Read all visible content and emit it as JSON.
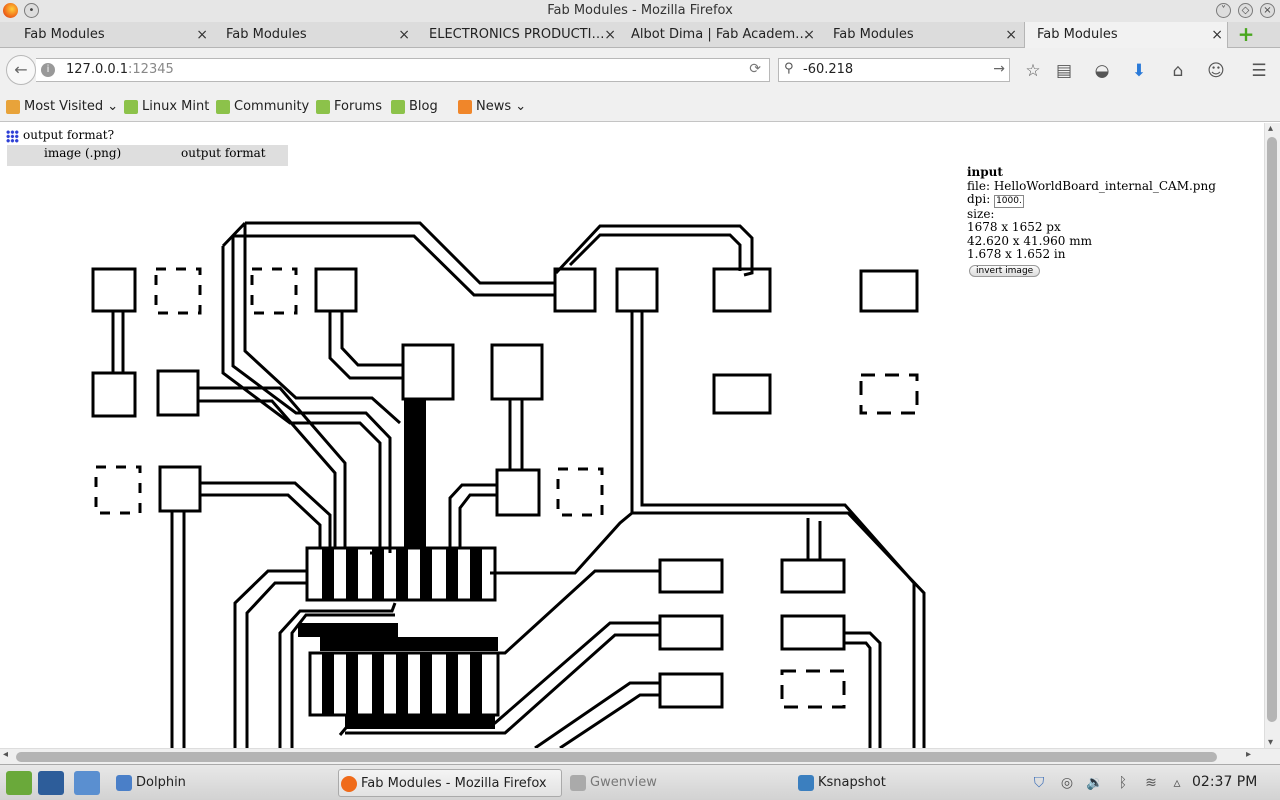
{
  "window": {
    "title": "Fab Modules - Mozilla Firefox"
  },
  "tabs": [
    {
      "label": "Fab Modules",
      "active": false
    },
    {
      "label": "Fab Modules",
      "active": false
    },
    {
      "label": "ELECTRONICS PRODUCTI…",
      "active": false
    },
    {
      "label": "Albot Dima | Fab Academ…",
      "active": false
    },
    {
      "label": "Fab Modules",
      "active": false
    },
    {
      "label": "Fab Modules",
      "active": true
    }
  ],
  "navbar": {
    "url_host": "127.0.0.1",
    "url_port": ":12345",
    "search_value": "-60.218"
  },
  "bookmarks": [
    {
      "label": "Most Visited",
      "icon": "most-visited-icon",
      "dropdown": true
    },
    {
      "label": "Linux Mint",
      "icon": "mint-icon"
    },
    {
      "label": "Community",
      "icon": "mint-icon"
    },
    {
      "label": "Forums",
      "icon": "mint-icon"
    },
    {
      "label": "Blog",
      "icon": "mint-icon"
    },
    {
      "label": "News",
      "icon": "rss-icon",
      "dropdown": true
    }
  ],
  "page": {
    "format_prompt": "output format?",
    "format_input": "image (.png)",
    "format_output": "output format",
    "input": {
      "heading": "input",
      "file_label": "file:",
      "file_name": "HelloWorldBoard_internal_CAM.png",
      "dpi_label": "dpi:",
      "dpi_value": "1000.0",
      "size_label": "size:",
      "size_px": "1678 x 1652 px",
      "size_mm": "42.620 x 41.960 mm",
      "size_in": "1.678 x 1.652 in",
      "invert_button": "invert image"
    }
  },
  "taskbar": {
    "items": [
      {
        "label": "Dolphin",
        "active": false
      },
      {
        "label": "Fab Modules - Mozilla Firefox",
        "active": true
      },
      {
        "label": "Gwenview",
        "active": false
      },
      {
        "label": "Ksnapshot",
        "active": false
      }
    ],
    "clock": "02:37 PM"
  },
  "colors": {
    "accent_green": "#49a71e",
    "download_blue": "#2a7ad8"
  }
}
